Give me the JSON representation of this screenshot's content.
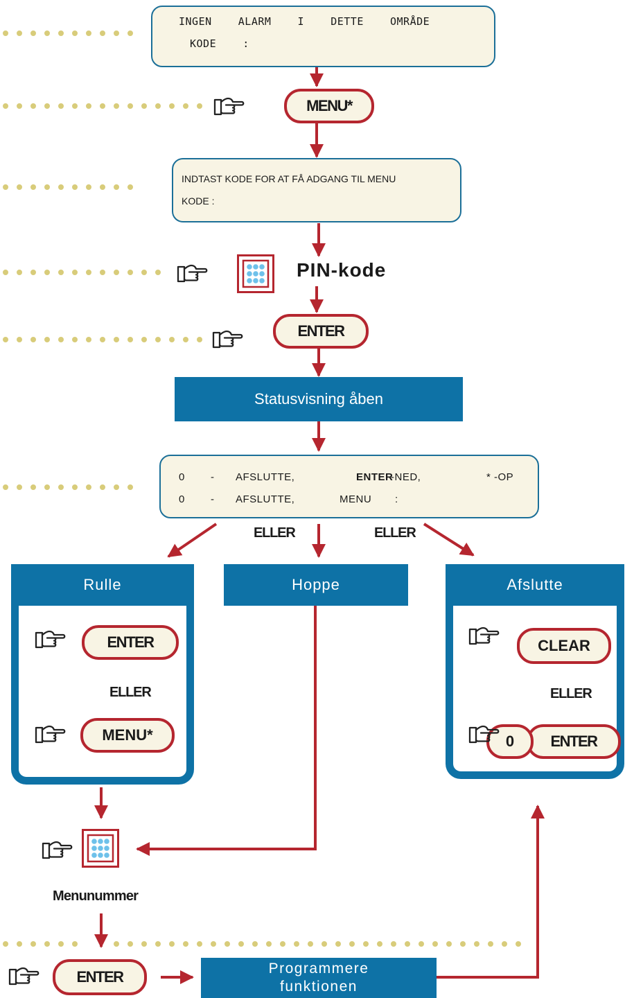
{
  "display1": {
    "line1": "INGEN    ALARM    I    DETTE    OMRÅDE",
    "line2": "KODE    :"
  },
  "key_menu_top": "MENU*",
  "display2": {
    "line1": "INDTAST KODE FOR AT FÅ ADGANG TIL MENU",
    "line2": "KODE :"
  },
  "pin_label": "PIN-kode",
  "key_enter_top": "ENTER",
  "status_bar": "Statusvisning åben",
  "display3": {
    "r1_a": "0",
    "r1_b": "-",
    "r1_c": "AFSLUTTE,",
    "r1_d": "ENTER",
    "r1_e": "-NED,",
    "r1_f": "* -OP",
    "r2_a": "0",
    "r2_b": "-",
    "r2_c": "AFSLUTTE,",
    "r2_d": "MENU",
    "r2_e": ":"
  },
  "eller_left": "ELLER",
  "eller_right": "ELLER",
  "rulle": {
    "title": "Rulle",
    "key1": "ENTER",
    "eller": "ELLER",
    "key2": "MENU*"
  },
  "hoppe": {
    "title": "Hoppe"
  },
  "afslutte": {
    "title": "Afslutte",
    "key1": "CLEAR",
    "eller": "ELLER",
    "key_zero": "0",
    "key_enter": "ENTER"
  },
  "menunummer": "Menunummer",
  "key_enter_bottom": "ENTER",
  "programmere": {
    "line1": "Programmere",
    "line2": "funktionen"
  },
  "colors": {
    "accent_red": "#b5262f",
    "blue": "#0e72a6",
    "dots": "#d8cc7a",
    "lcd_bg": "#f8f4e4"
  },
  "icons": {
    "hand": "pointing-hand-icon",
    "keypad": "keypad-icon"
  }
}
